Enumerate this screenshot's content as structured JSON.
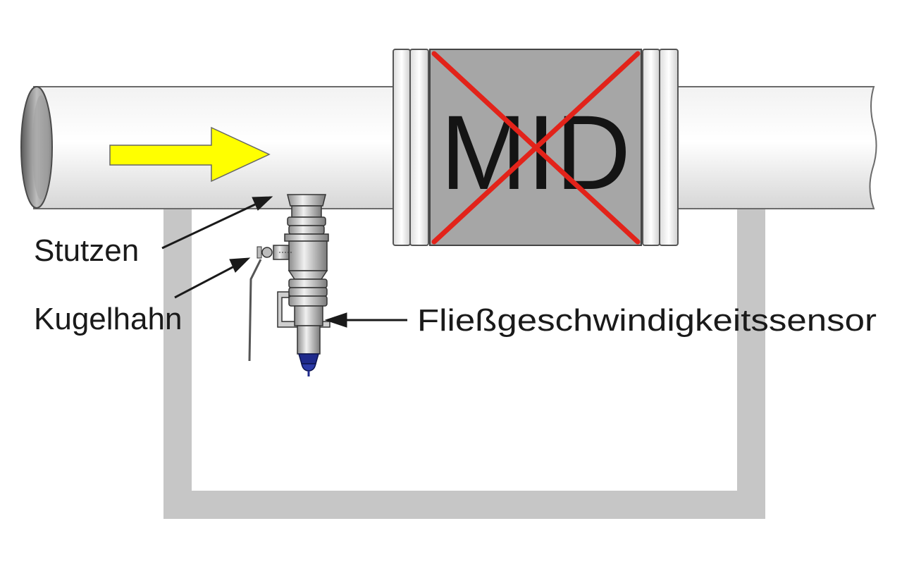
{
  "diagram": {
    "meter_label": "MID",
    "labels": {
      "stutzen": "Stutzen",
      "kugelhahn": "Kugelhahn",
      "sensor": "Fließgeschwindigkeitssensor"
    },
    "colors": {
      "flow_arrow": "#ffff00",
      "cross": "#e2231a",
      "meter_body": "#a6a6a6",
      "bypass_pipe": "#c6c6c6",
      "sensor_tip": "#1f2a8c"
    },
    "icons": {
      "flow_direction": "flow-arrow-icon",
      "removed_meter": "red-cross-icon"
    }
  }
}
